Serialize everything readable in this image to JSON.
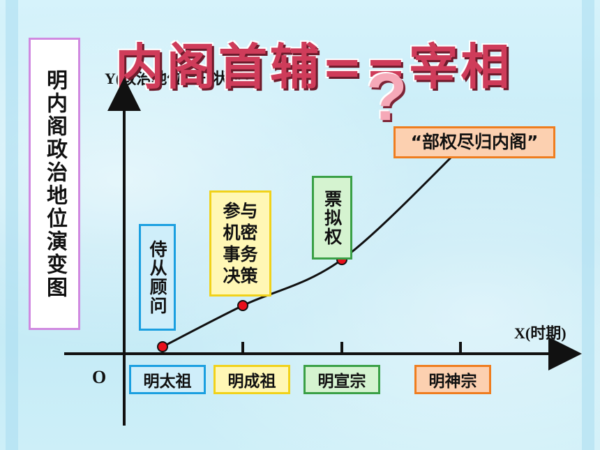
{
  "title": "内阁首辅==宰相",
  "side_label": "明内阁政治地位演变图",
  "y_axis_label": "Y(政治地位上升状况)",
  "x_axis_label": "X(时期)",
  "origin_label": "O",
  "question_mark": "?",
  "eras": [
    {
      "label": "明太祖",
      "bg": "#cfeefa",
      "border": "#1a9fe0"
    },
    {
      "label": "明成祖",
      "bg": "#fff7b5",
      "border": "#f1d21a"
    },
    {
      "label": "明宣宗",
      "bg": "#d5f3d0",
      "border": "#3aa046"
    },
    {
      "label": "明神宗",
      "bg": "#fcd0b0",
      "border": "#ef7d1f"
    }
  ],
  "stages": [
    {
      "label": "侍从顾问",
      "bg": "#cfeefa",
      "border": "#1a9fe0"
    },
    {
      "label": "参与机密事务决策",
      "line1": "参与",
      "line2": "机密",
      "line3": "事务",
      "line4": "决策",
      "bg": "#fff7b5",
      "border": "#f1d21a"
    },
    {
      "label": "票拟权",
      "bg": "#d5f3d0",
      "border": "#3aa046"
    },
    {
      "label": "“部权尽归内阁”",
      "bg": "#fcd0b0",
      "border": "#ef7d1f"
    }
  ],
  "curve_points": [
    {
      "era": "明太祖",
      "level": 0.0
    },
    {
      "era": "明成祖",
      "level": 0.17
    },
    {
      "era": "明宣宗",
      "level": 0.36
    },
    {
      "era": "明神宗",
      "level": 0.82
    }
  ],
  "colors": {
    "axis": "#111111",
    "curve": "#111111",
    "point": "#e8101b"
  }
}
